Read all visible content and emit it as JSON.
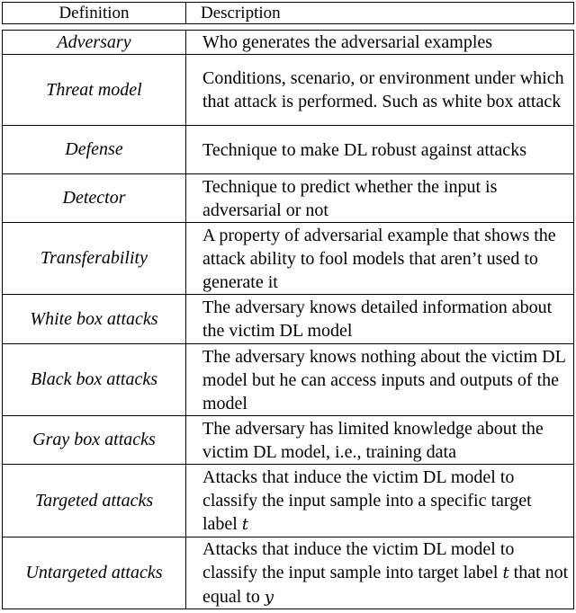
{
  "header": {
    "col1": "Definition",
    "col2": "Description"
  },
  "rows": [
    {
      "term": "Adversary",
      "desc": "Who generates the adversarial examples"
    },
    {
      "term": "Threat model",
      "desc": "Conditions, scenario, or environment under which that attack is performed. Such as white box attack"
    },
    {
      "term": "Defense",
      "desc": "Technique to make DL robust against attacks"
    },
    {
      "term": "Detector",
      "desc": "Technique to predict whether the input is adversarial or not"
    },
    {
      "term": "Transferability",
      "desc": "A property of adversarial example that shows the attack ability to fool models that aren’t used to generate it"
    },
    {
      "term": "White box attacks",
      "desc": "The adversary knows detailed information about the victim DL model"
    },
    {
      "term": "Black box attacks",
      "desc": "The adversary knows nothing about the victim DL model but he can access inputs and outputs of the model"
    },
    {
      "term": "Gray box attacks",
      "desc": "The adversary has limited knowledge about the victim DL model, i.e., training data"
    },
    {
      "term": "Targeted attacks",
      "desc": "Attacks that induce the victim DL model to classify the input sample into a specific target label",
      "var": "t"
    },
    {
      "term": "Untargeted attacks",
      "desc": "Attacks that induce the victim DL model to classify the input sample into target label",
      "var": "t",
      "desc2": "that not equal to",
      "var2": "y"
    }
  ]
}
